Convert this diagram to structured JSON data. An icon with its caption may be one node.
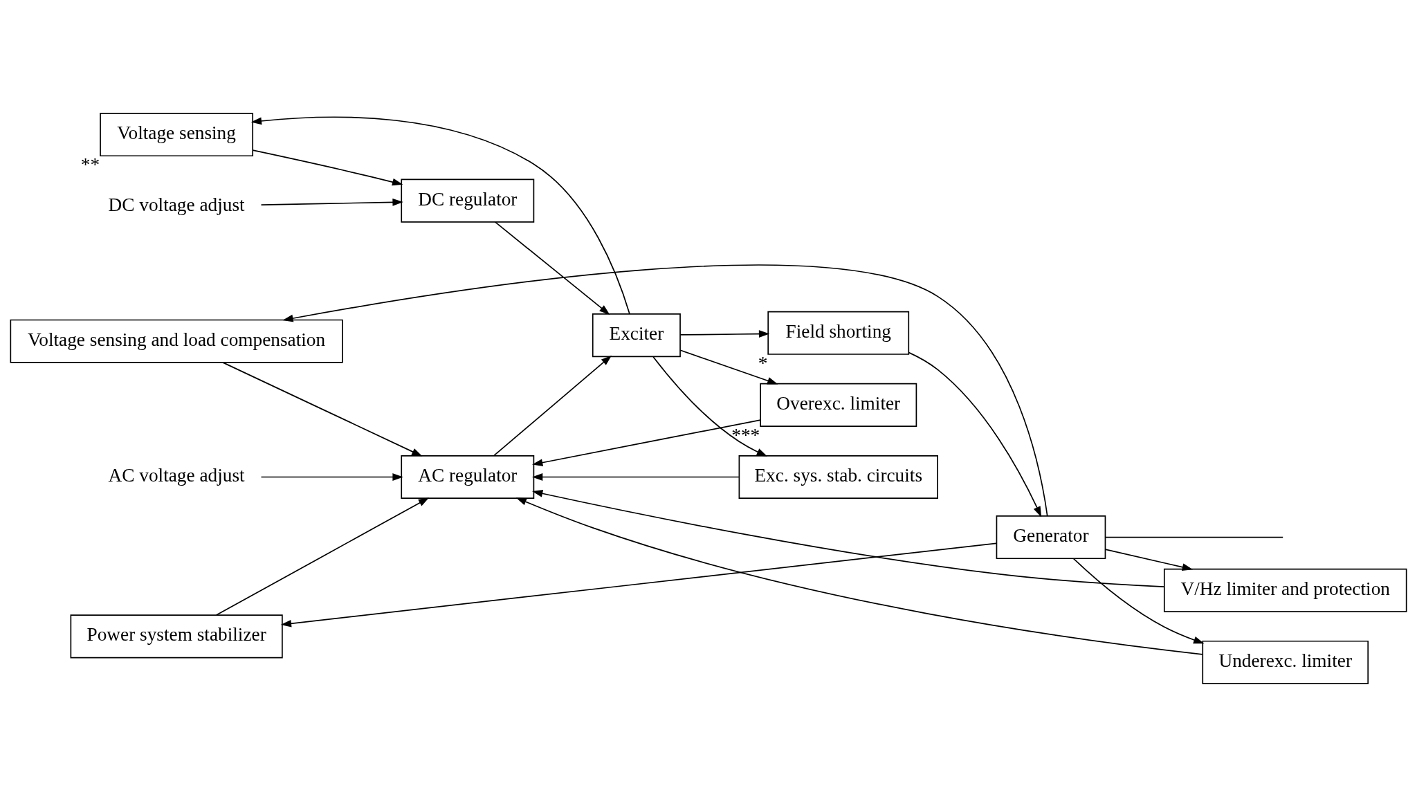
{
  "diagram": {
    "nodes": [
      {
        "text": [
          "Voltage sensing and load compensation"
        ]
      },
      {
        "text": [
          "Power system stabilizer"
        ]
      },
      {
        "text": [
          "Voltage sensing"
        ],
        "beside": [
          "**"
        ]
      },
      {
        "text": [
          "DC regulator"
        ]
      },
      {
        "text": [
          "AC regulator"
        ]
      },
      {
        "text": [
          "Exciter"
        ]
      },
      {
        "text": [
          "Field shorting"
        ],
        "beside": [
          "*"
        ]
      },
      {
        "text": [
          "Generator"
        ]
      },
      {
        "text": [
          "Exc. sys. stab. circuits"
        ]
      },
      {
        "text": [
          "Overexc. limiter"
        ],
        "beside": [
          "***"
        ]
      },
      {
        "text": [
          "Underexc. limiter"
        ]
      },
      {
        "text": [
          "V/Hz limiter and protection"
        ]
      },
      {
        "text": [
          "DC voltage adjust"
        ]
      },
      {
        "text": [
          "AC voltage adjust"
        ]
      }
    ],
    "edges": [
      {
        "from": 7,
        "to": 0,
        "arrow": "to"
      },
      {
        "from": 7,
        "to": 1,
        "arrow": "to"
      },
      {
        "from": 0,
        "to": 4,
        "arrow": "to"
      },
      {
        "from": 1,
        "to": 4,
        "arrow": "to"
      },
      {
        "from": 5,
        "to": 2,
        "arrow": "to"
      },
      {
        "from": 2,
        "to": 3,
        "arrow": "to"
      },
      {
        "from": 12,
        "to": 3,
        "arrow": "to"
      },
      {
        "from": 13,
        "to": 4,
        "arrow": "to"
      },
      {
        "from": 3,
        "to": 5,
        "arrow": "to"
      },
      {
        "from": 4,
        "to": 5,
        "arrow": "to"
      },
      {
        "from": 5,
        "to": 6,
        "arrow": "to"
      },
      {
        "from": 6,
        "to": 7,
        "arrow": "to"
      },
      {
        "from": 7,
        "to": null,
        "arrow": "none"
      },
      {
        "from": 5,
        "to": 8,
        "arrow": "to"
      },
      {
        "from": 5,
        "to": 9,
        "arrow": "to"
      },
      {
        "from": 7,
        "to": 10,
        "arrow": "to"
      },
      {
        "from": 7,
        "to": 11,
        "arrow": "to"
      },
      {
        "from": 8,
        "to": 4,
        "arrow": "to"
      },
      {
        "from": 9,
        "to": 4,
        "arrow": "to"
      },
      {
        "from": 10,
        "to": 4,
        "arrow": "to"
      },
      {
        "from": 11,
        "to": 4,
        "arrow": "to"
      }
    ]
  }
}
